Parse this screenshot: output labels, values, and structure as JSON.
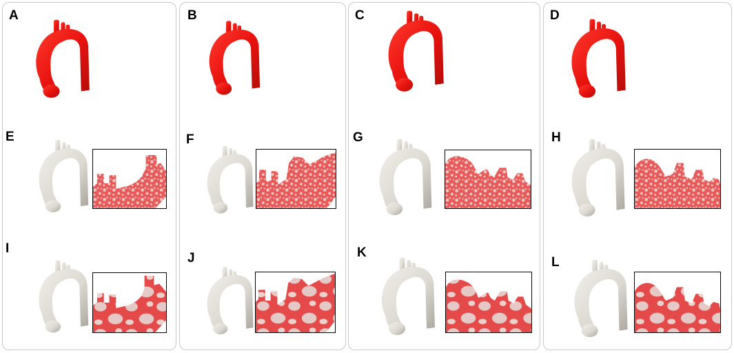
{
  "figure": {
    "panel_labels": {
      "A": "A",
      "B": "B",
      "C": "C",
      "D": "D",
      "E": "E",
      "F": "F",
      "G": "G",
      "H": "H",
      "I": "I",
      "J": "J",
      "K": "K",
      "L": "L"
    },
    "colors": {
      "red_model": "#e8130f",
      "gray_model": "#dedbd5",
      "overlay_red": "#e85555",
      "panel_border": "#c9c9c9"
    }
  }
}
